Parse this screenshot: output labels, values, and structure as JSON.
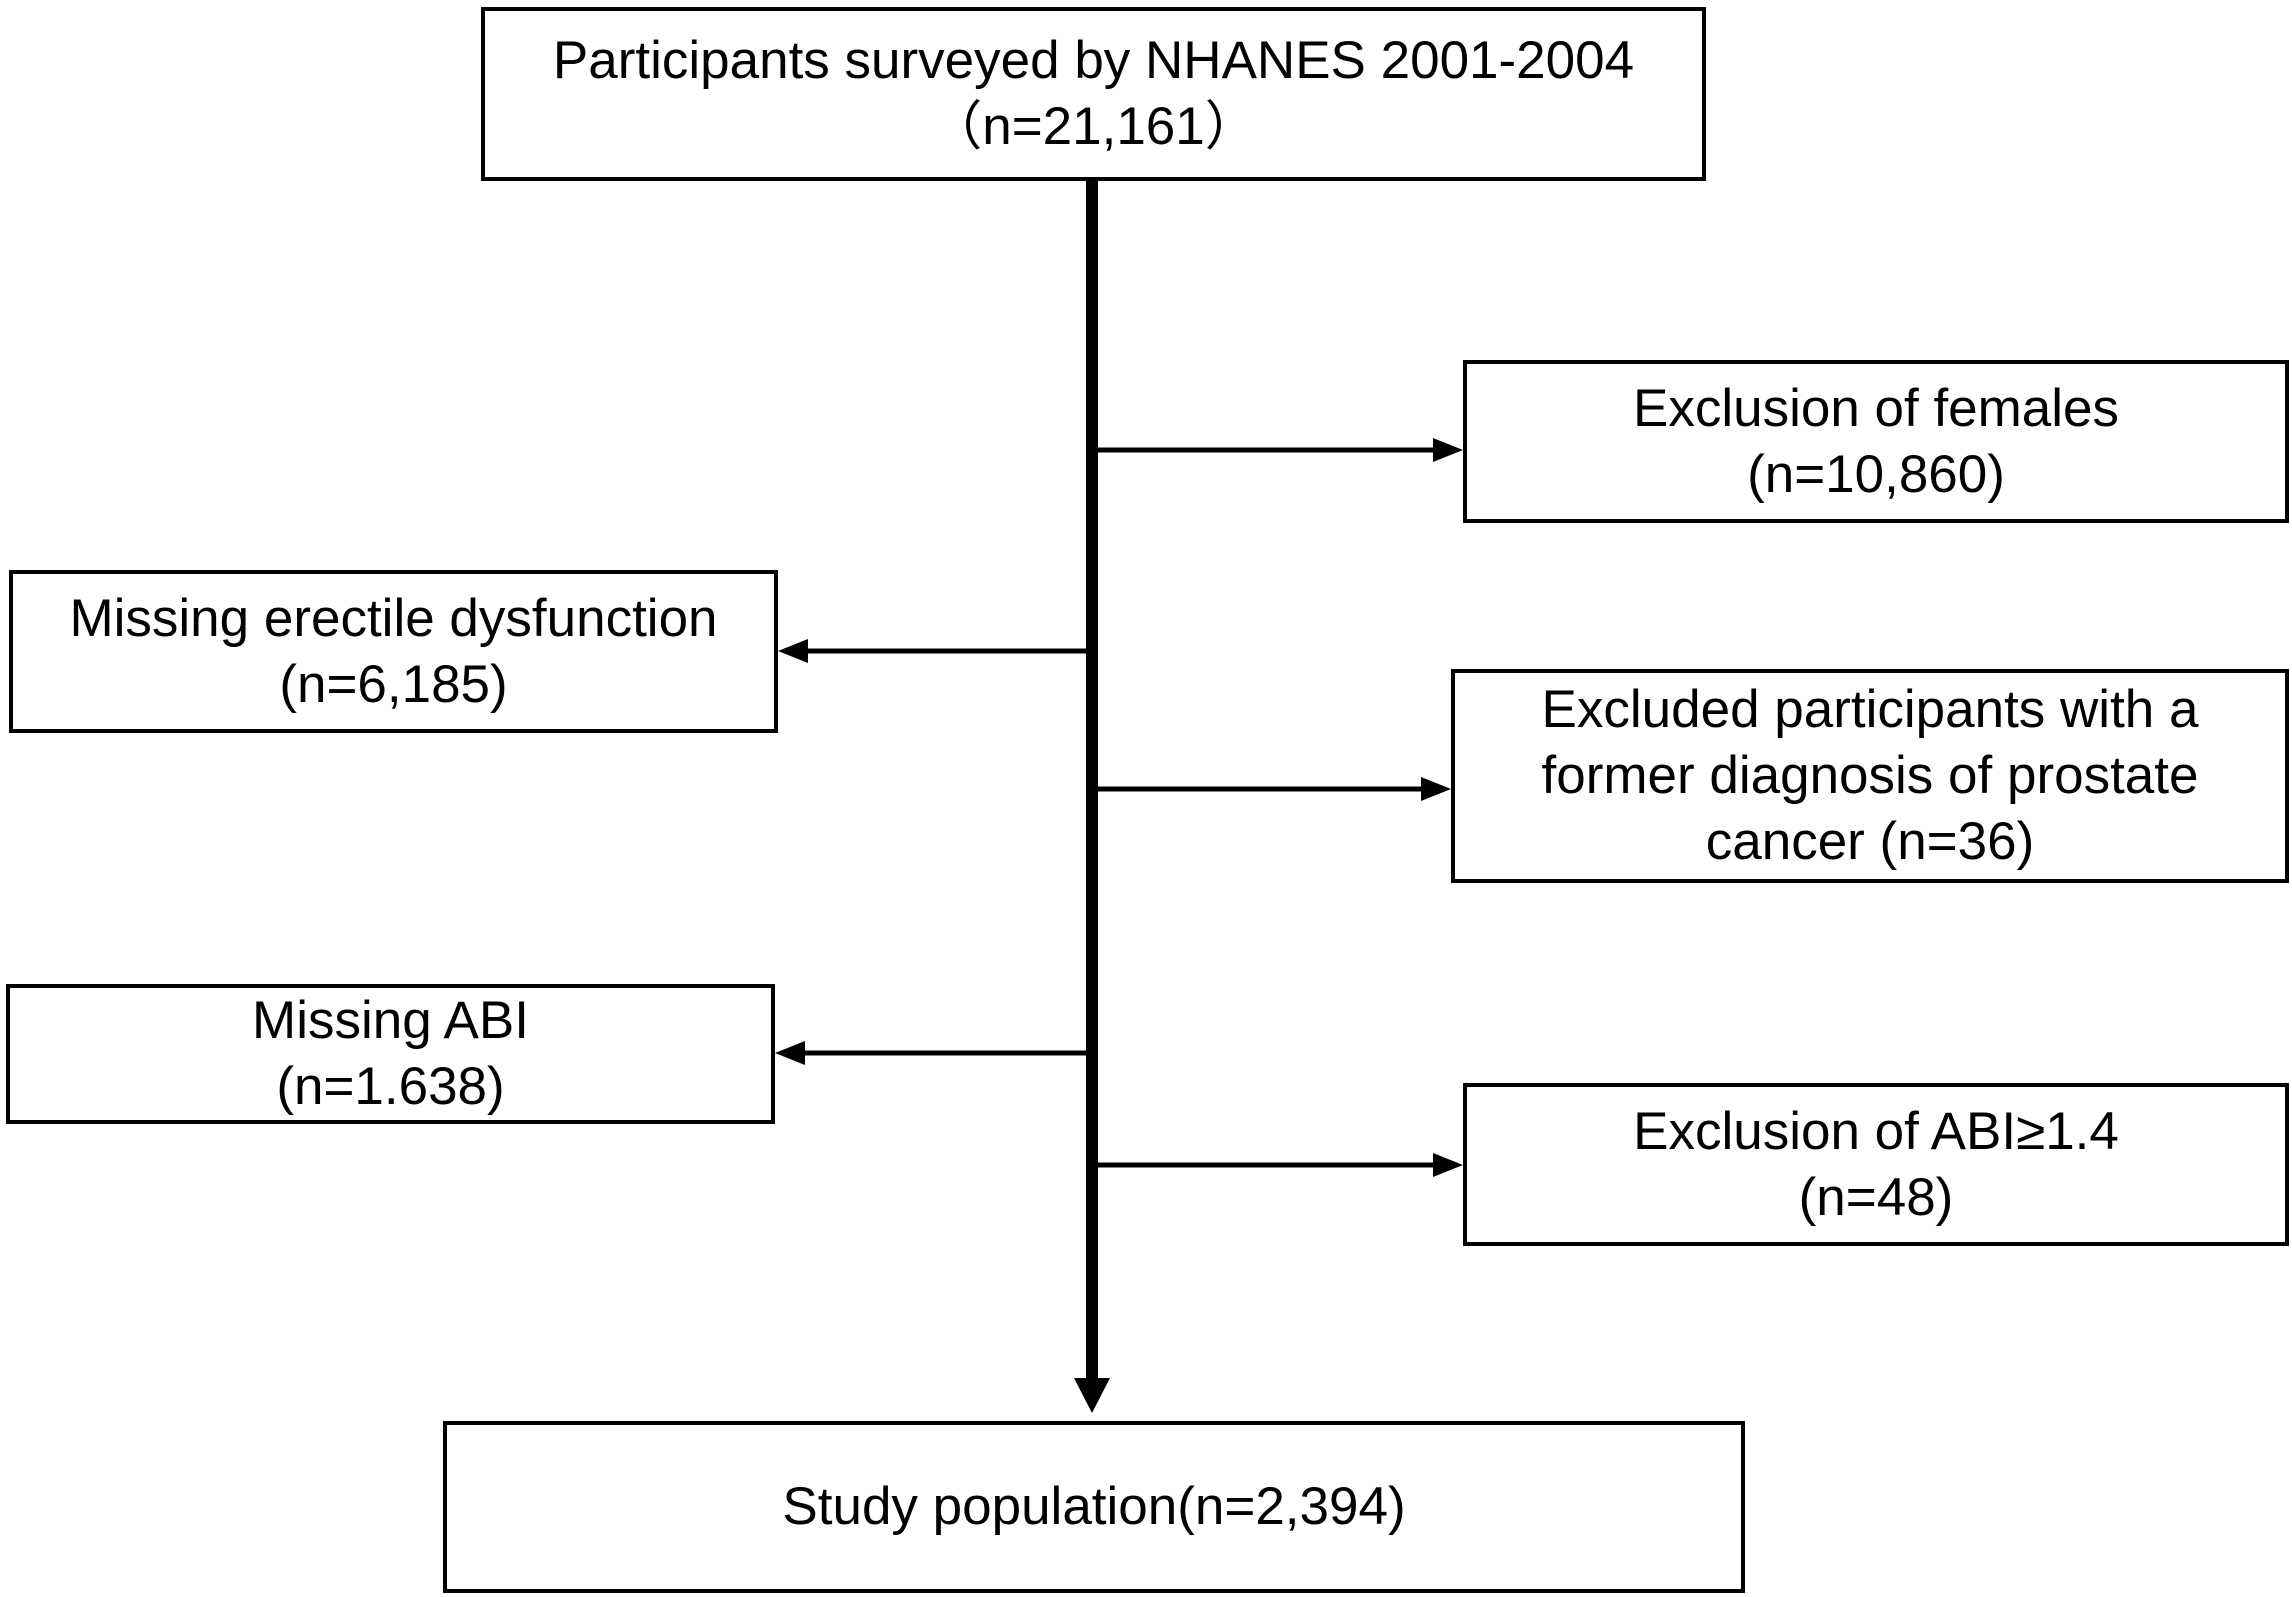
{
  "boxes": {
    "top": {
      "line1": "Participants surveyed by NHANES 2001-2004",
      "line2": "（n=21,161）"
    },
    "females": {
      "line1": "Exclusion of females",
      "line2": "(n=10,860)"
    },
    "ed": {
      "line1": "Missing erectile dysfunction",
      "line2": "(n=6,185)"
    },
    "prostate": {
      "line1": "Excluded participants with a",
      "line2": "former diagnosis of prostate",
      "line3": "cancer (n=36)"
    },
    "abi_missing": {
      "line1": "Missing ABI",
      "line2": "(n=1.638)"
    },
    "abi_excl": {
      "line1": "Exclusion of ABI≥1.4",
      "line2": "(n=48)"
    },
    "study": {
      "line1": "Study population(n=2,394)"
    }
  },
  "colors": {
    "line": "#000000",
    "box_border": "#000000",
    "background": "#ffffff"
  }
}
